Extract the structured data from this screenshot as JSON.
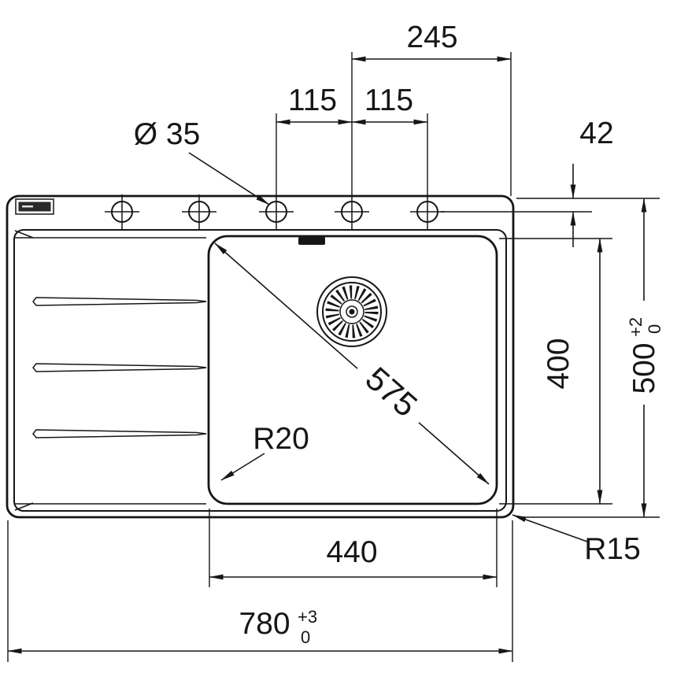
{
  "meta": {
    "background": "#ffffff",
    "line_color": "#161616"
  },
  "labels": {
    "top": {
      "span_245": "245",
      "pitch_left": "115",
      "pitch_right": "115",
      "hole_diameter": "Ø 35",
      "rear_offset": "42"
    },
    "right": {
      "overall_depth": "500",
      "overall_depth_tol_plus": "+2",
      "overall_depth_tol_minus": "0",
      "bowl_depth": "400"
    },
    "bowl": {
      "diagonal": "575",
      "corner_radius": "R20",
      "width": "440"
    },
    "bottom": {
      "outer_corner_radius": "R15",
      "overall_width": "780",
      "overall_width_tol_plus": "+3",
      "overall_width_tol_minus": "0"
    }
  }
}
